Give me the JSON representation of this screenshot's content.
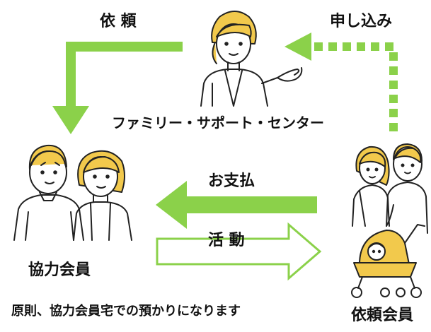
{
  "diagram": {
    "labels": {
      "request": "依 頼",
      "apply": "申し込み",
      "center": "ファミリー・サポート・センター",
      "payment": "お支払",
      "activity": "活 動",
      "provider": "協力会員",
      "requester": "依頼会員",
      "note": "原則、協力会員宅での預かりになります"
    },
    "colors": {
      "arrow_green": "#8bd14a",
      "hair_yellow": "#f2c94c",
      "outline": "#222222",
      "stroller_yellow": "#f2c94c"
    },
    "figures": [
      {
        "name": "center-staff",
        "icon": "woman-presenting-icon"
      },
      {
        "name": "provider-couple",
        "icon": "elderly-couple-icon"
      },
      {
        "name": "requester-family",
        "icon": "family-with-stroller-icon"
      }
    ]
  }
}
